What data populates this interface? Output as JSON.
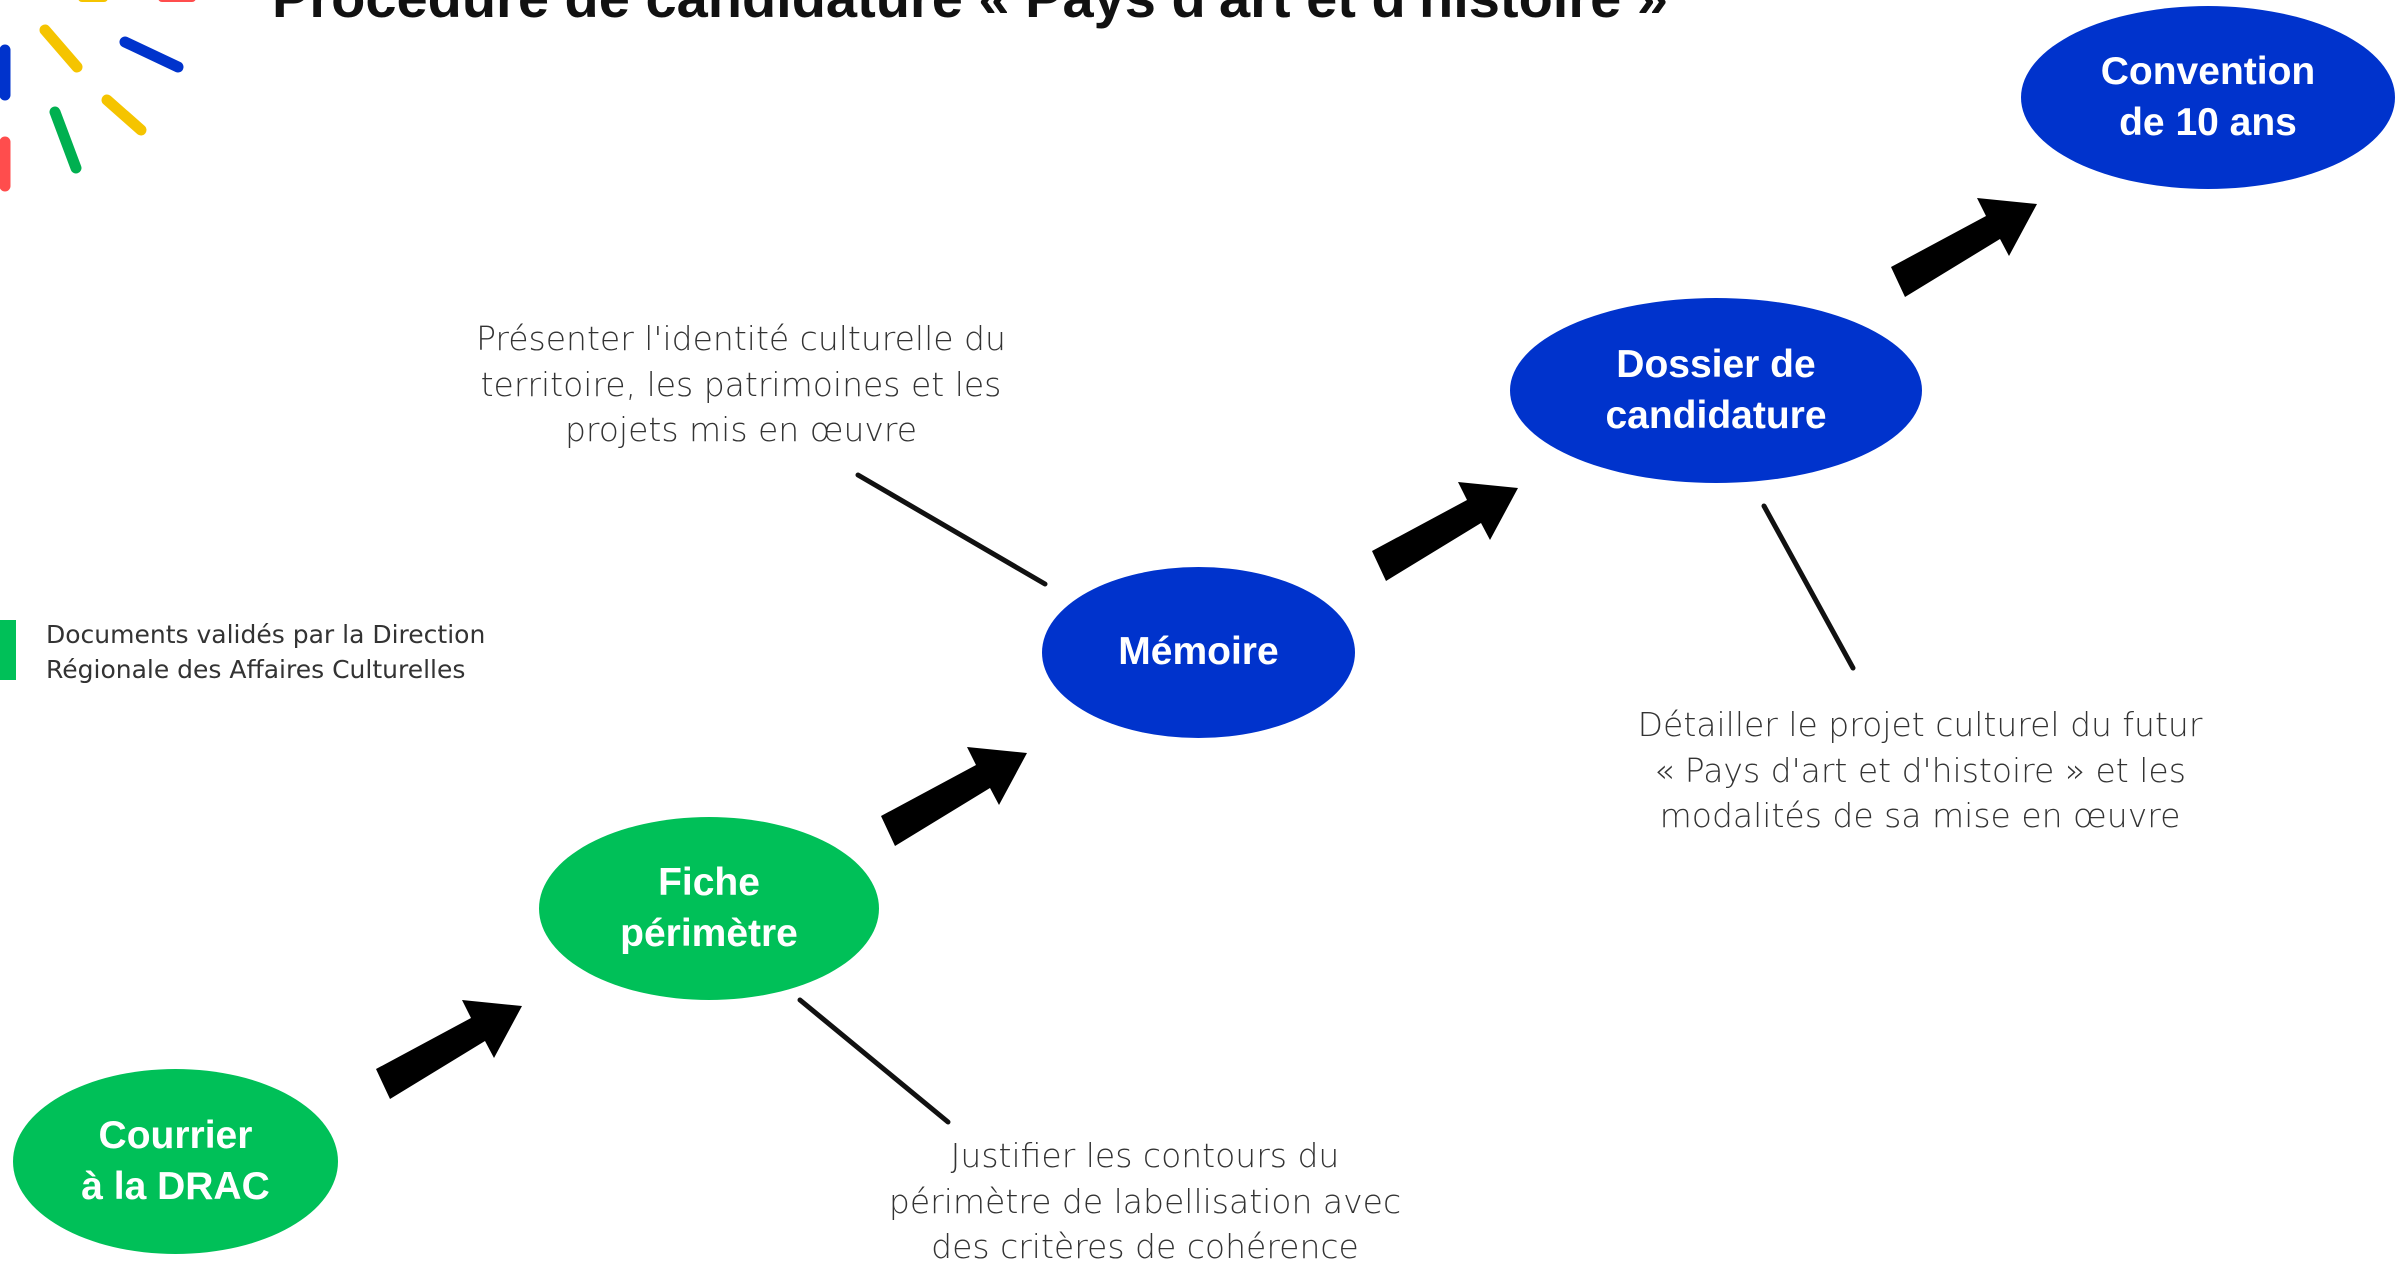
{
  "title": "Procédure de candidature « Pays d'art et d'histoire »",
  "colors": {
    "green": "#00c058",
    "blue": "#0033cc",
    "arrow": "#000000",
    "text": "#333333",
    "logo": [
      "#0033cc",
      "#f5c400",
      "#ff4d4d",
      "#00b050"
    ]
  },
  "legend": {
    "line1": "Documents validés par la Direction",
    "line2": "Régionale des Affaires Culturelles"
  },
  "steps": [
    {
      "line1": "Courrier",
      "line2": "à la DRAC"
    },
    {
      "line1": "Fiche",
      "line2": "périmètre"
    },
    {
      "line1": "Mémoire"
    },
    {
      "line1": "Dossier de",
      "line2": "candidature"
    },
    {
      "line1": "Convention",
      "line2": "de 10 ans"
    }
  ],
  "notes": {
    "fiche": {
      "line1": "Justifier les contours du",
      "line2": "périmètre de labellisation avec",
      "line3": "des critères de cohérence"
    },
    "memoire": {
      "line1": "Présenter l'identité culturelle du",
      "line2": "territoire, les patrimoines et les",
      "line3": "projets mis en œuvre"
    },
    "dossier": {
      "line1": "Détailler le projet culturel du futur",
      "line2": "« Pays d'art et d'histoire » et les",
      "line3": "modalités de sa mise en œuvre"
    }
  }
}
